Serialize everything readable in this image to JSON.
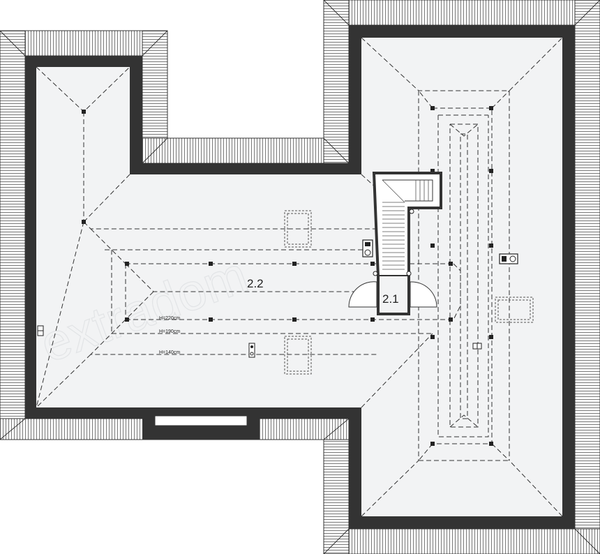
{
  "rooms": {
    "r22": "2.2",
    "r21": "2.1"
  },
  "heights": {
    "h220": "H=220cm",
    "h190": "H=190cm",
    "h140": "H=140cm"
  },
  "watermark": "extradom",
  "colors": {
    "wall": "#333333",
    "floor": "#f2f3f4",
    "eave_hatch": "#555555"
  }
}
